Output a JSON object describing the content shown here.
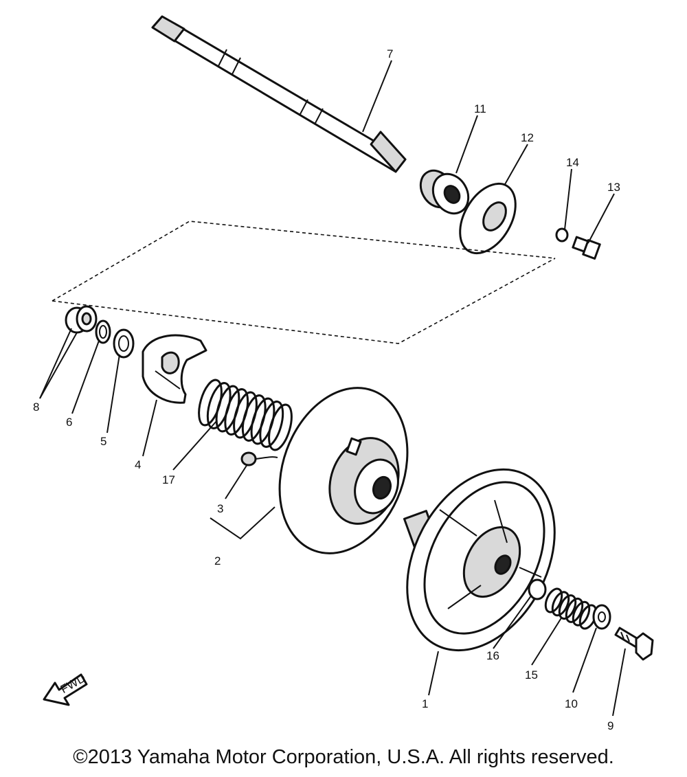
{
  "callouts": [
    "1",
    "2",
    "3",
    "4",
    "5",
    "6",
    "7",
    "8",
    "9",
    "10",
    "11",
    "12",
    "13",
    "14",
    "15",
    "16",
    "17"
  ],
  "fwd_label": "FWD",
  "copyright": "©2013 Yamaha Motor Corporation, U.S.A. All rights reserved."
}
